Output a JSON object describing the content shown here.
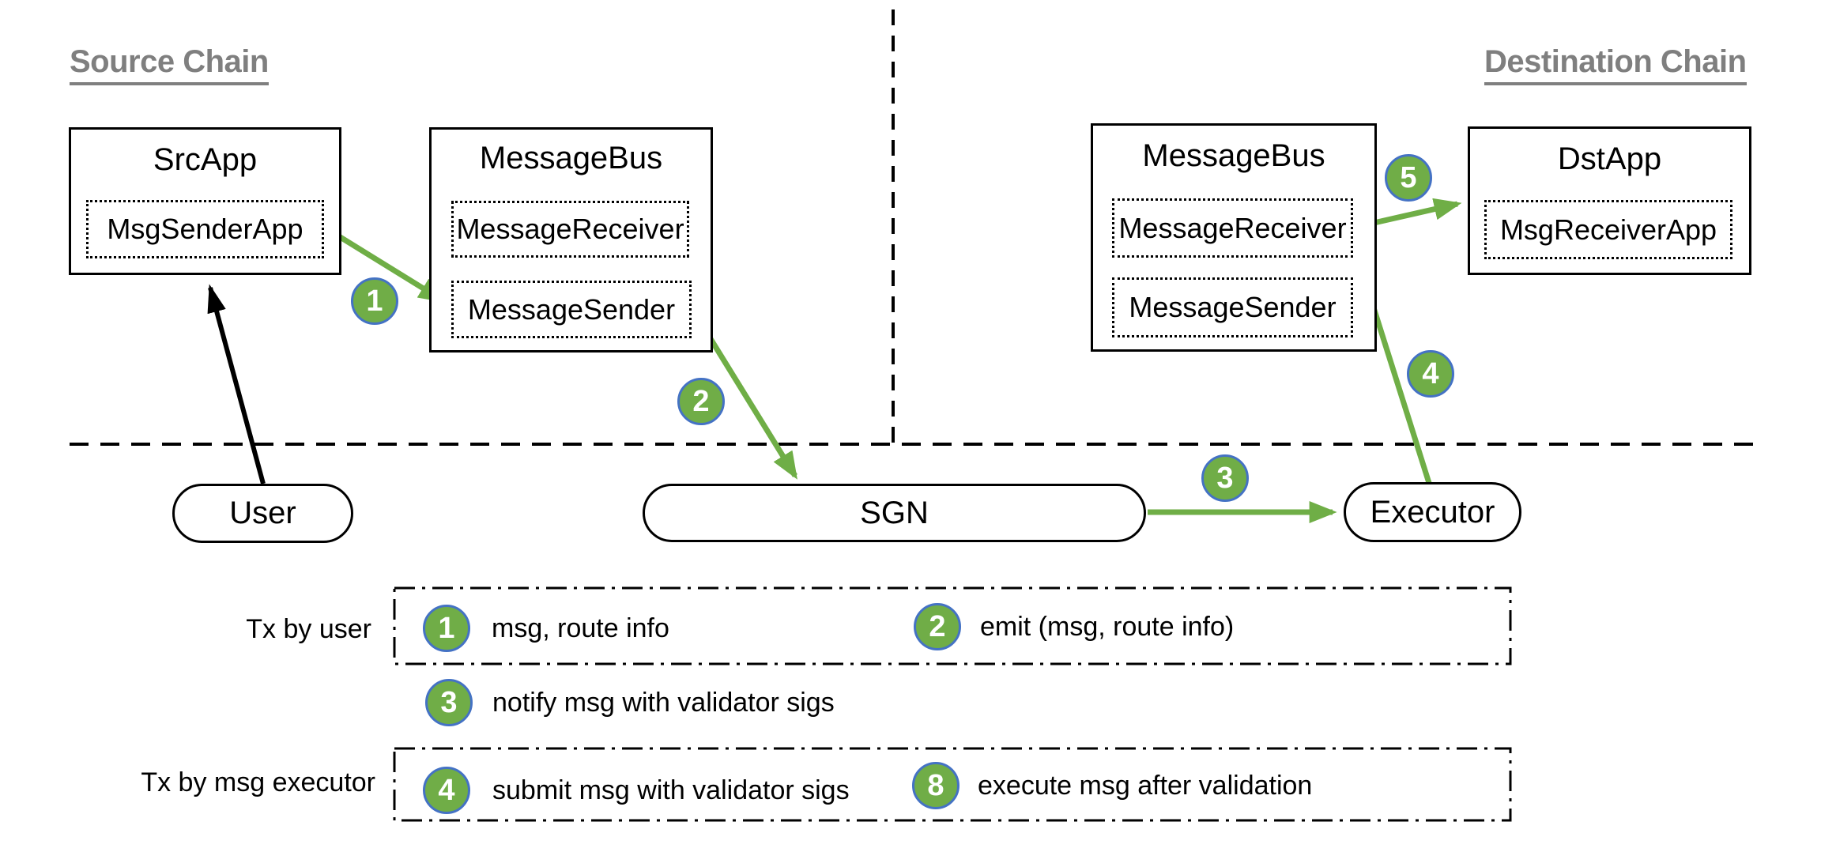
{
  "headings": {
    "source": "Source Chain",
    "destination": "Destination Chain"
  },
  "boxes": {
    "src_app": {
      "title": "SrcApp",
      "child": "MsgSenderApp"
    },
    "message_bus_src": {
      "title": "MessageBus",
      "receiver": "MessageReceiver",
      "sender": "MessageSender"
    },
    "message_bus_dst": {
      "title": "MessageBus",
      "receiver": "MessageReceiver",
      "sender": "MessageSender"
    },
    "dst_app": {
      "title": "DstApp",
      "child": "MsgReceiverApp"
    }
  },
  "pills": {
    "user": "User",
    "sgn": "SGN",
    "executor": "Executor"
  },
  "step_badges": {
    "s1": "1",
    "s2": "2",
    "s3": "3",
    "s4": "4",
    "s5": "5"
  },
  "legend": {
    "row_label_user": "Tx by user",
    "row_label_executor": "Tx by msg executor",
    "items": [
      {
        "num": "1",
        "text": "msg, route info"
      },
      {
        "num": "2",
        "text": "emit (msg, route info)"
      },
      {
        "num": "3",
        "text": "notify msg with validator sigs"
      },
      {
        "num": "4",
        "text": "submit msg with validator sigs"
      },
      {
        "num": "8",
        "text": "execute msg after validation"
      }
    ]
  },
  "colors": {
    "badge_green": "#70ad47",
    "badge_ring": "#4472c4",
    "arrow_green": "#6fae46",
    "heading_gray": "#7f7f7f",
    "line_black": "#000000"
  }
}
